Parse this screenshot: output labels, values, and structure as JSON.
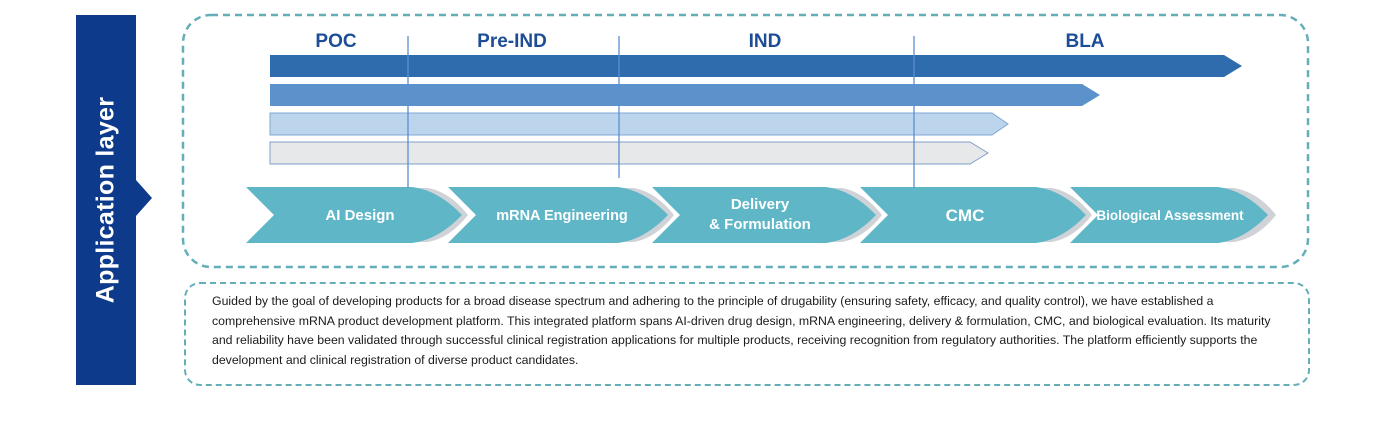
{
  "side_label": "Application layer",
  "phases": [
    "POC",
    "Pre-IND",
    "IND",
    "BLA"
  ],
  "stages": [
    {
      "label_lines": [
        "AI Design"
      ]
    },
    {
      "label_lines": [
        "mRNA Engineering"
      ]
    },
    {
      "label_lines": [
        "Delivery",
        "& Formulation"
      ]
    },
    {
      "label_lines": [
        "CMC"
      ]
    },
    {
      "label_lines": [
        "Biological Assessment"
      ]
    }
  ],
  "colors": {
    "side_bg": "#0e3a8c",
    "dashed_border": "#64aeb8",
    "bar_1": "#2f6cad",
    "bar_2": "#5b92cc",
    "bar_3": "#bcd4ec",
    "bar_4": "#e7e8ea",
    "chevron": "#5eb6c6",
    "chevron_shadow": "#cfd3d8",
    "phase_text": "#1e4d98"
  },
  "description": "Guided by the goal of developing products for a broad disease spectrum and adhering to the principle of drugability (ensuring safety, efficacy, and quality control), we have established a comprehensive mRNA product development platform. This integrated platform spans AI-driven drug design, mRNA engineering, delivery & formulation, CMC, and biological evaluation. Its maturity and reliability have been validated through successful clinical registration applications for multiple products, receiving recognition from regulatory authorities. The platform efficiently supports the development and clinical registration of diverse product candidates."
}
